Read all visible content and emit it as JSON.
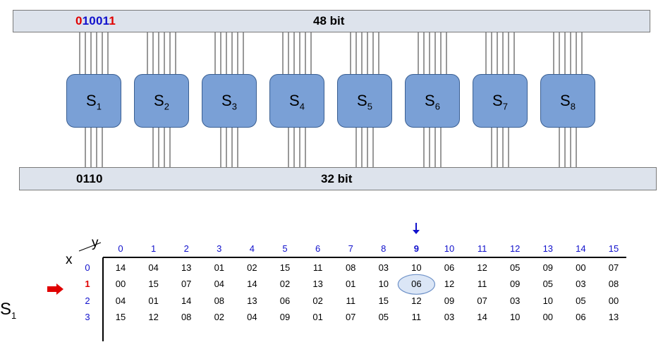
{
  "top_bus": {
    "label": "48 bit",
    "bits": [
      {
        "text": "0",
        "color": "#e00000"
      },
      {
        "text": "1001",
        "color": "#1111cc"
      },
      {
        "text": "1",
        "color": "#e00000"
      }
    ]
  },
  "bottom_bus": {
    "label": "32 bit",
    "bits": "0110"
  },
  "sboxes": [
    {
      "name": "S",
      "sub": "1"
    },
    {
      "name": "S",
      "sub": "2"
    },
    {
      "name": "S",
      "sub": "3"
    },
    {
      "name": "S",
      "sub": "4"
    },
    {
      "name": "S",
      "sub": "5"
    },
    {
      "name": "S",
      "sub": "6"
    },
    {
      "name": "S",
      "sub": "7"
    },
    {
      "name": "S",
      "sub": "8"
    }
  ],
  "table": {
    "title": {
      "name": "S",
      "sub": "1"
    },
    "row_axis": "x",
    "col_axis": "y",
    "columns": [
      "0",
      "1",
      "2",
      "3",
      "4",
      "5",
      "6",
      "7",
      "8",
      "9",
      "10",
      "11",
      "12",
      "13",
      "14",
      "15"
    ],
    "rows": [
      "0",
      "1",
      "2",
      "3"
    ],
    "cells": [
      [
        "14",
        "04",
        "13",
        "01",
        "02",
        "15",
        "11",
        "08",
        "03",
        "10",
        "06",
        "12",
        "05",
        "09",
        "00",
        "07"
      ],
      [
        "00",
        "15",
        "07",
        "04",
        "14",
        "02",
        "13",
        "01",
        "10",
        "06",
        "12",
        "11",
        "09",
        "05",
        "03",
        "08"
      ],
      [
        "04",
        "01",
        "14",
        "08",
        "13",
        "06",
        "02",
        "11",
        "15",
        "12",
        "09",
        "07",
        "03",
        "10",
        "05",
        "00"
      ],
      [
        "15",
        "12",
        "08",
        "02",
        "04",
        "09",
        "01",
        "07",
        "05",
        "11",
        "03",
        "14",
        "10",
        "00",
        "06",
        "13"
      ]
    ],
    "selected_row": 1,
    "selected_col": 9,
    "highlight_color": "#dbe6f6",
    "arrow_color": "#e00000",
    "col_marker_color": "#1111cc"
  }
}
